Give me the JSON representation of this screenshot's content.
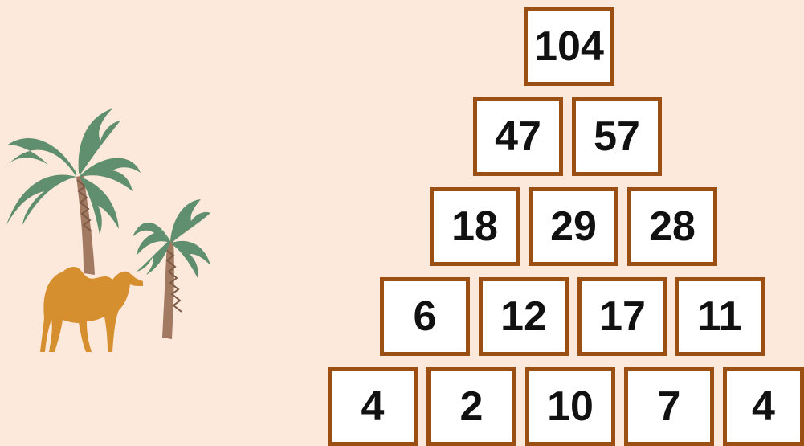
{
  "pyramid": {
    "rows": [
      [
        "104"
      ],
      [
        "47",
        "57"
      ],
      [
        "18",
        "29",
        "28"
      ],
      [
        "6",
        "12",
        "17",
        "11"
      ],
      [
        "4",
        "2",
        "10",
        "7",
        "4"
      ]
    ]
  },
  "colors": {
    "background": "#fde9dc",
    "brick_border": "#9c4f13",
    "brick_fill": "#ffffff",
    "palm_leaf": "#5f8f6f",
    "palm_trunk": "#a27a62",
    "camel": "#d68f2e"
  },
  "illustration": {
    "icons": [
      "palm-tree-icon",
      "camel-icon"
    ]
  }
}
